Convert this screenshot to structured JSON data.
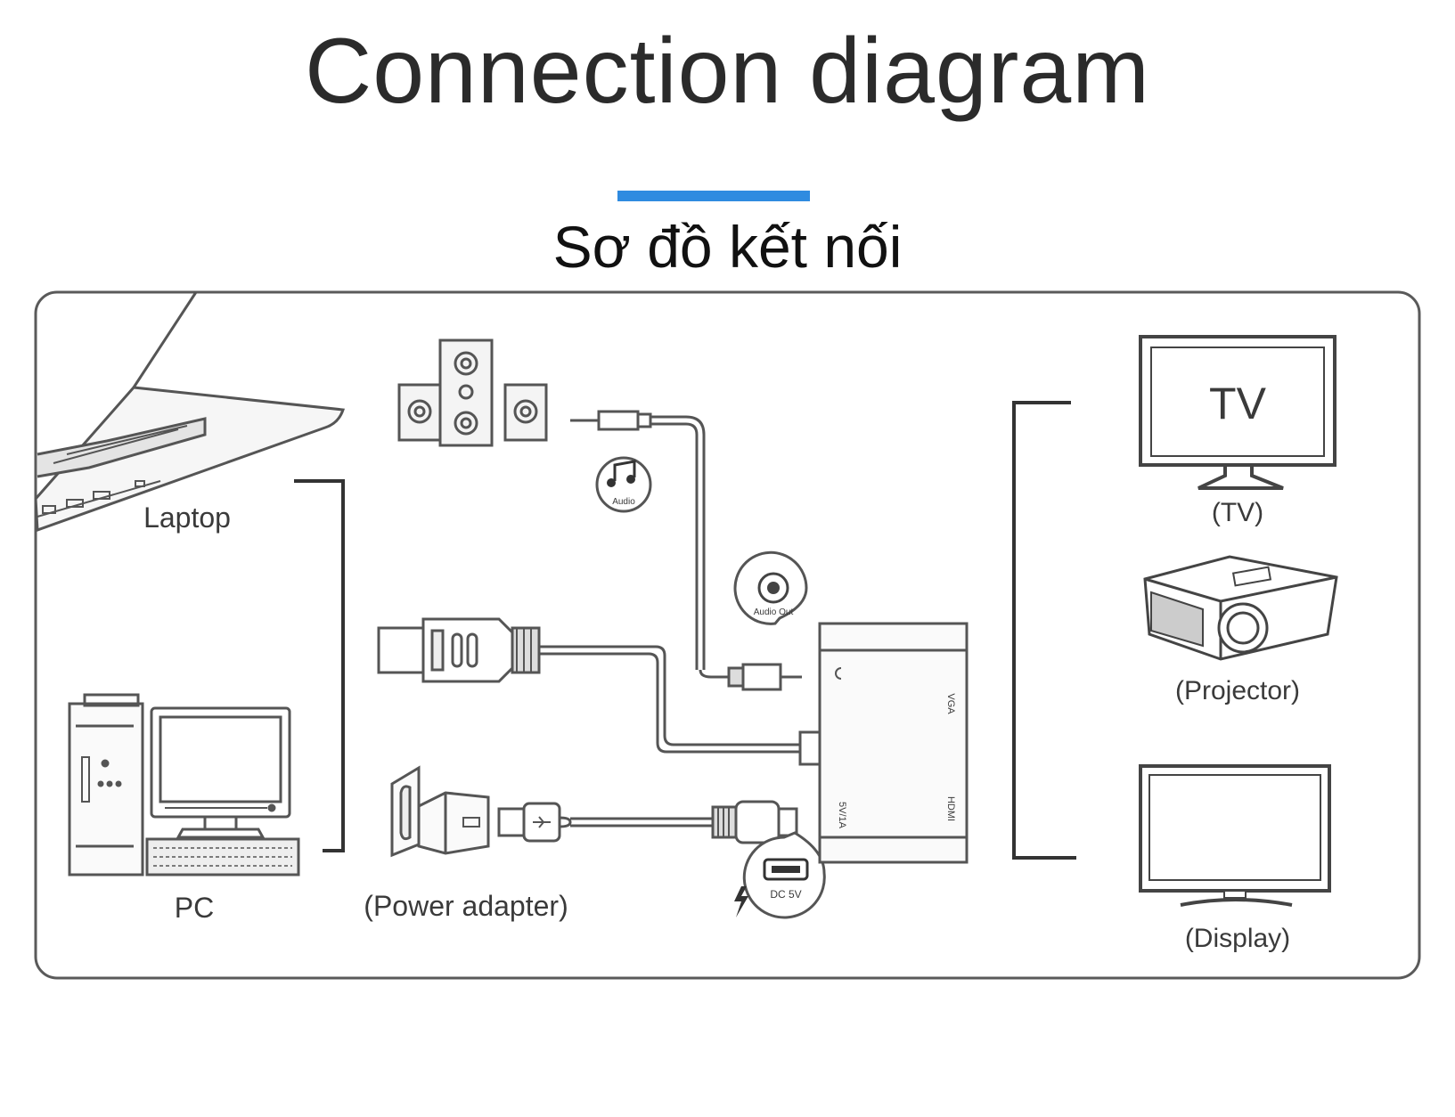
{
  "title": "Connection diagram",
  "subtitle": "Sơ đồ kết nối",
  "accent_color": "#2f8be0",
  "sources": {
    "laptop": "Laptop",
    "pc": "PC"
  },
  "devices": {
    "tv_screen_text": "TV",
    "tv": "(TV)",
    "projector": "(Projector)",
    "display": "(Display)"
  },
  "power_adapter": "(Power adapter)",
  "badges": {
    "audio": "Audio",
    "audio_out": "Audio Out",
    "dc": "DC 5V"
  },
  "adapter_ports": {
    "vga": "VGA",
    "hdmi": "HDMI",
    "dc": "5V/1A"
  },
  "icons": [
    "laptop-icon",
    "pc-icon",
    "speakers-icon",
    "music-note-icon",
    "hdmi-plug-icon",
    "power-adapter-icon",
    "usb-plug-icon",
    "micro-usb-plug-icon",
    "audio-jack-icon",
    "converter-box-icon",
    "tv-icon",
    "projector-icon",
    "monitor-icon",
    "lightning-icon"
  ]
}
